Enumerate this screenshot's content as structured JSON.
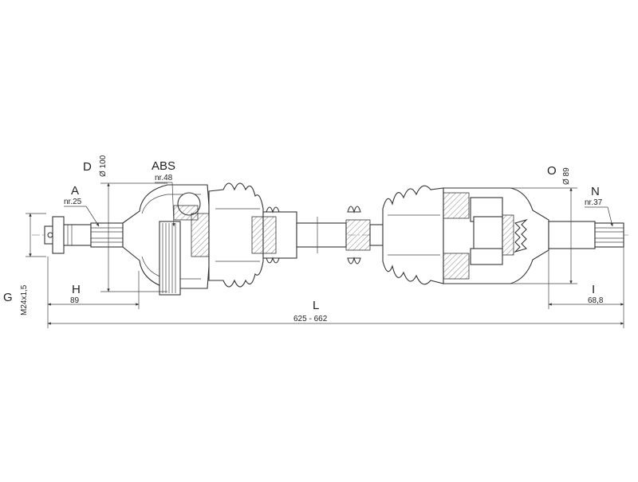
{
  "labels": {
    "A": "A",
    "A_nr": "nr.25",
    "ABS": "ABS",
    "ABS_nr": "nr.48",
    "D": "D",
    "D_dia": "Ø 100",
    "O": "O",
    "O_dia": "Ø 89",
    "N": "N",
    "N_nr": "nr.37",
    "G": "G",
    "G_thread": "M24x1,5",
    "H": "H",
    "H_val": "89",
    "I": "I",
    "I_val": "68,8",
    "L": "L",
    "L_val": "625 - 662"
  }
}
